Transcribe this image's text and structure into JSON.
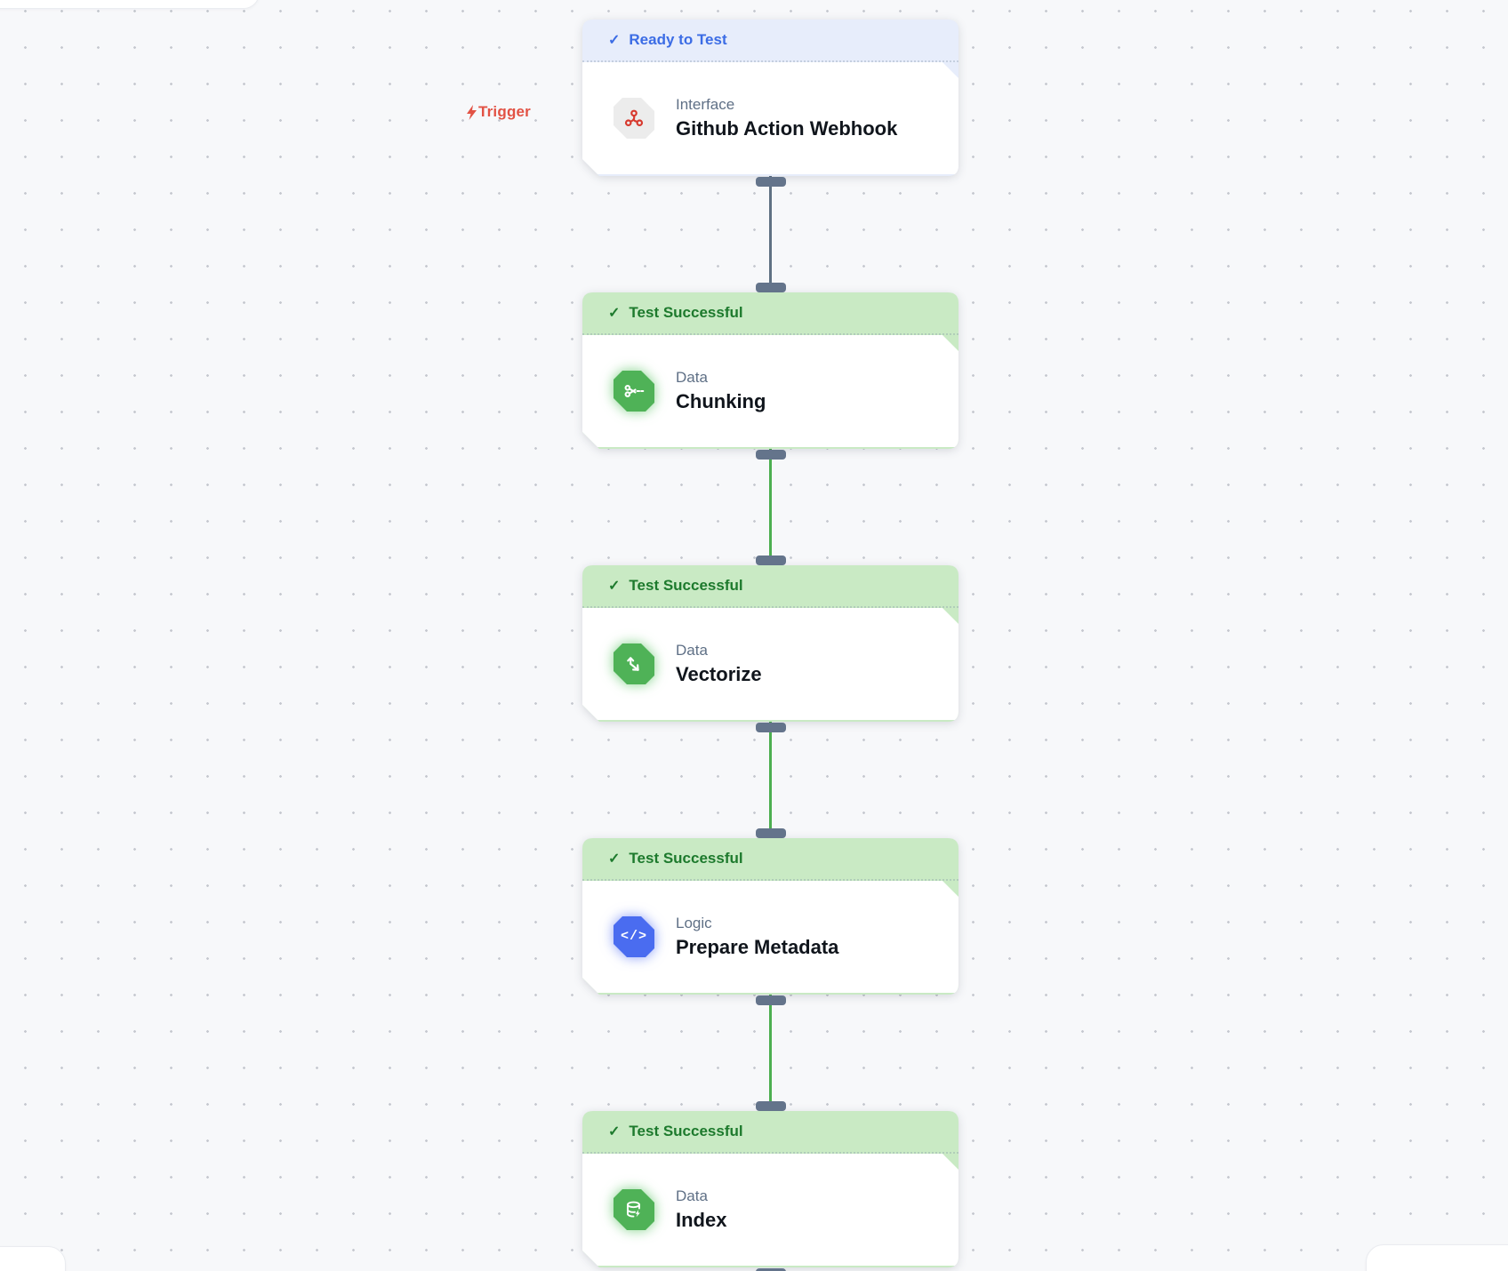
{
  "canvas": {
    "background": "#f7f8fa",
    "dot_color": "#c6c9d0"
  },
  "trigger_label": {
    "text": "Trigger",
    "icon": "lightning-bolt-icon",
    "color": "#e25244"
  },
  "ui": {
    "check_glyph": "✓",
    "code_glyph": "</>"
  },
  "status_colors": {
    "ready": {
      "header_bg": "#e7edfb",
      "text": "#3b6ce5"
    },
    "success": {
      "header_bg": "#c9eac4",
      "text": "#1d7a2d"
    }
  },
  "nodes": [
    {
      "status": "Ready to Test",
      "status_type": "ready",
      "check": "✓",
      "category": "Interface",
      "title": "Github Action Webhook",
      "icon": "webhook-icon",
      "icon_bg": "#ececec",
      "icon_color": "#d7392e"
    },
    {
      "status": "Test Successful",
      "status_type": "success",
      "check": "✓",
      "category": "Data",
      "title": "Chunking",
      "icon": "scissors-cut-icon",
      "icon_bg": "#4fb257",
      "icon_color": "#ffffff"
    },
    {
      "status": "Test Successful",
      "status_type": "success",
      "check": "✓",
      "category": "Data",
      "title": "Vectorize",
      "icon": "vector-arrows-icon",
      "icon_bg": "#4fb257",
      "icon_color": "#ffffff"
    },
    {
      "status": "Test Successful",
      "status_type": "success",
      "check": "✓",
      "category": "Logic",
      "title": "Prepare Metadata",
      "icon": "code-icon",
      "icon_bg": "#4a6cf0",
      "icon_color": "#ffffff",
      "code_glyph": "</>"
    },
    {
      "status": "Test Successful",
      "status_type": "success",
      "check": "✓",
      "category": "Data",
      "title": "Index",
      "icon": "database-bolt-icon",
      "icon_bg": "#4fb257",
      "icon_color": "#ffffff"
    }
  ],
  "connections": [
    {
      "from": "Github Action Webhook",
      "to": "Chunking",
      "color": "#5f7183"
    },
    {
      "from": "Chunking",
      "to": "Vectorize",
      "color": "#4caf50"
    },
    {
      "from": "Vectorize",
      "to": "Prepare Metadata",
      "color": "#4caf50"
    },
    {
      "from": "Prepare Metadata",
      "to": "Index",
      "color": "#4caf50"
    }
  ]
}
